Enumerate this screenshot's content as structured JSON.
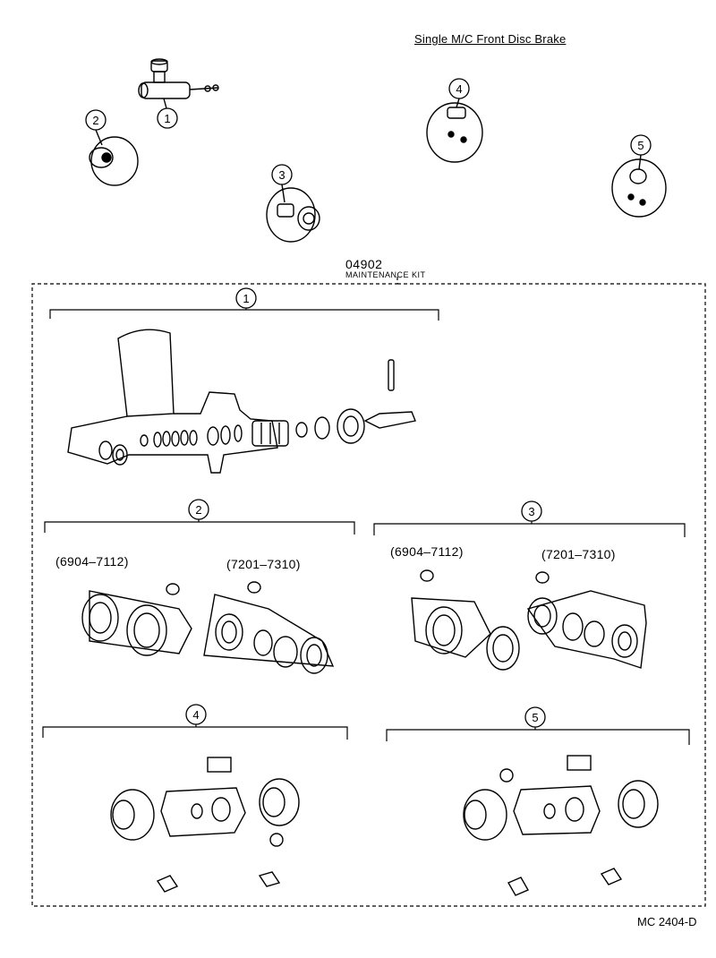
{
  "title": "Single M/C Front Disc Brake",
  "kit": {
    "code": "04902",
    "name": "MAINTENANCE KIT"
  },
  "callouts": [
    "1",
    "2",
    "3",
    "4",
    "5"
  ],
  "sections": [
    {
      "number": "1"
    },
    {
      "number": "2",
      "ranges": [
        "(6904–7112)",
        "(7201–7310)"
      ]
    },
    {
      "number": "3",
      "ranges": [
        "(6904–7112)",
        "(7201–7310)"
      ]
    },
    {
      "number": "4"
    },
    {
      "number": "5"
    }
  ],
  "reference": "MC 2404-D"
}
